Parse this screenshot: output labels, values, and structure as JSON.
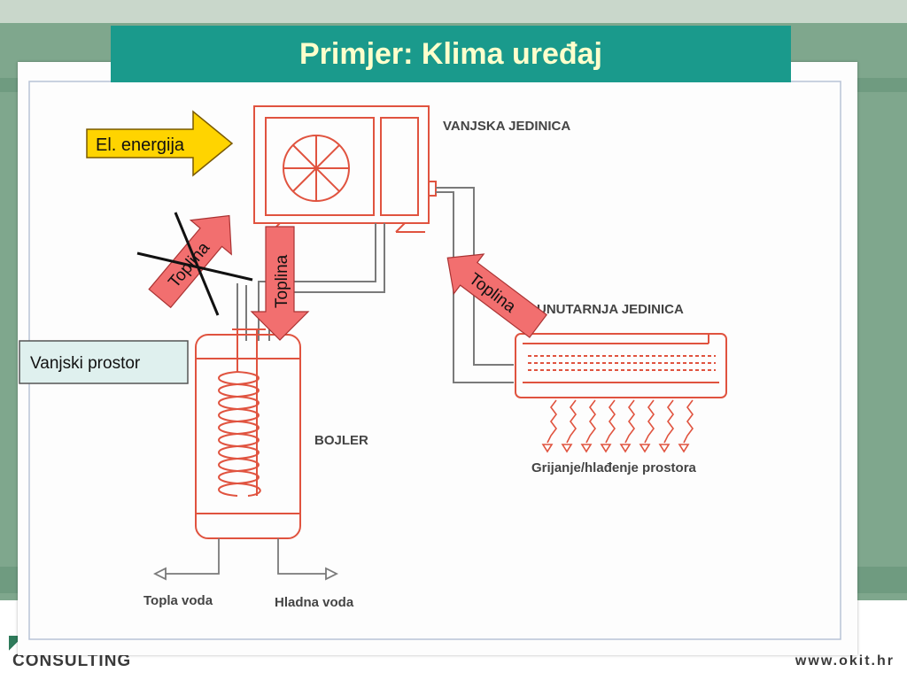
{
  "slide": {
    "title": "Primjer: Klima uređaj"
  },
  "diagram": {
    "outdoor_unit_label": "VANJSKA JEDINICA",
    "indoor_unit_label": "UNUTARNJA JEDINICA",
    "boiler_label": "BOJLER",
    "room_label": "Grijanje/hlađenje prostora",
    "hot_water_label": "Topla voda",
    "cold_water_label": "Hladna voda"
  },
  "callouts": {
    "electricity": "El. energija",
    "heat_crossed": "Toplina",
    "heat_down": "Toplina",
    "heat_indoor": "Toplina",
    "outdoor_space": "Vanjski prostor"
  },
  "footer": {
    "brand": "CONSULTING",
    "url": "www.okit.hr"
  },
  "colors": {
    "title_bg": "#1a9a8c",
    "title_text": "#ffffcc",
    "diagram_line": "#e0533f",
    "arrow_yellow": "#ffd400",
    "arrow_pink": "#f26f6f",
    "callout_box": "#dff0ee"
  }
}
